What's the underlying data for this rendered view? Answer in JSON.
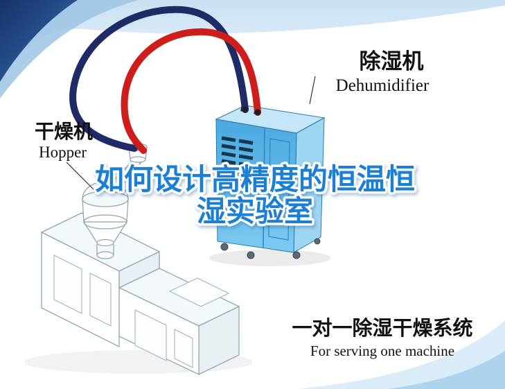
{
  "title": {
    "line1": "如何设计高精度的恒温恒",
    "line2": "湿实验室"
  },
  "labels": {
    "dehumidifier": {
      "cn": "除湿机",
      "en": "Dehumidifier"
    },
    "hopper": {
      "cn": "干燥机",
      "en": "Hopper"
    },
    "caption": {
      "cn": "一对一除湿干燥系统",
      "en": "For serving one machine"
    }
  },
  "colors": {
    "title_blue": "#1a7fd6",
    "hose_red": "#cf1d1c",
    "hose_navy": "#1e2b66",
    "dehumidifier_front_dark": "#4aa9e0",
    "dehumidifier_front_light": "#7ec9f1",
    "dehumidifier_top": "#c4e6f8",
    "dehumidifier_side": "#9ed5f2",
    "vent_slot": "#16384f",
    "corner_navy": "#15336b",
    "swoosh_light": "#cfe5f5",
    "label_text": "#111111"
  },
  "illustrations": {
    "machine": "extruder-machine",
    "hopper": "hopper-dryer",
    "dehumidifier": "dehumidifier-unit",
    "hose_red": "red-hose",
    "hose_navy": "navy-hose"
  }
}
